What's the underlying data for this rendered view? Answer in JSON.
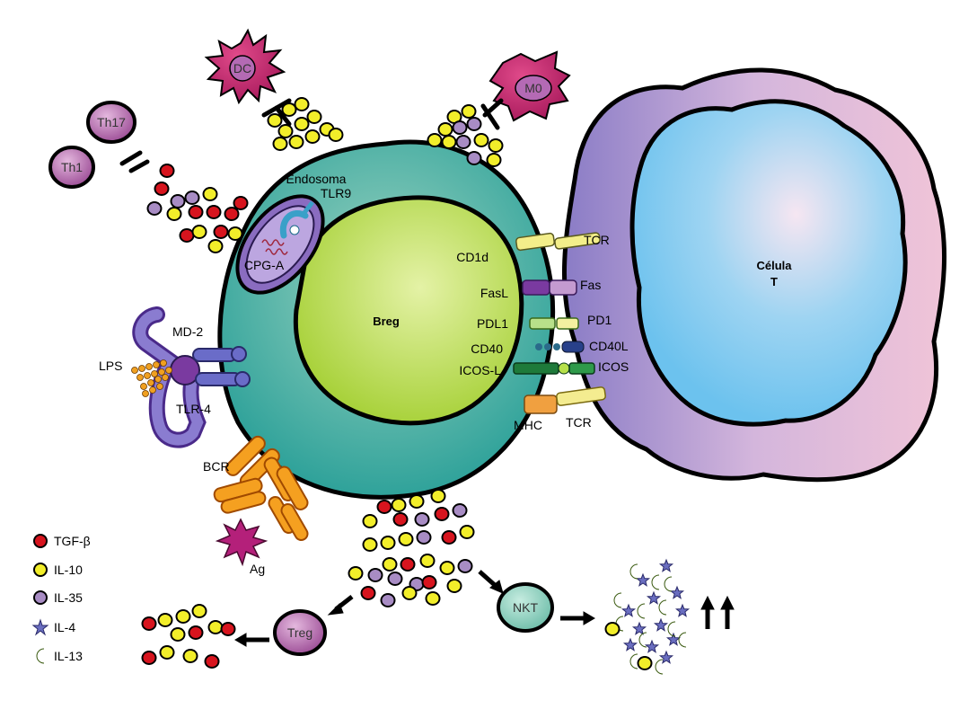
{
  "labels": {
    "dc": "DC",
    "m0": "M0",
    "th17": "Th17",
    "th1": "Th1",
    "endosoma": "Endosoma",
    "tlr9": "TLR9",
    "cpg": "CPG-A",
    "breg": "Breg",
    "md2": "MD-2",
    "lps": "LPS",
    "tlr4": "TLR-4",
    "bcr": "BCR",
    "ag": "Ag",
    "celula": "Célula",
    "t": "T",
    "treg": "Treg",
    "nkt": "NKT"
  },
  "receptors": {
    "left": [
      "CD1d",
      "FasL",
      "PDL1",
      "CD40",
      "ICOS-L",
      "MHC"
    ],
    "right": [
      "TCR",
      "Fas",
      "PD1",
      "CD40L",
      "ICOS",
      "TCR"
    ]
  },
  "legend": [
    {
      "label": "TGF-β",
      "shape": "dot",
      "color": "#d7141e"
    },
    {
      "label": "IL-10",
      "shape": "dot",
      "color": "#f2ee2a"
    },
    {
      "label": "IL-35",
      "shape": "dot",
      "color": "#a88cc4"
    },
    {
      "label": "IL-4",
      "shape": "star",
      "color": "#6a6ec0"
    },
    {
      "label": "IL-13",
      "shape": "moon",
      "color": "#9ec23a"
    }
  ],
  "colors": {
    "tgf": "#d7141e",
    "il10": "#f2ee2a",
    "il35": "#a88cc4",
    "il4": "#6a6ec0",
    "il13": "#9ec23a",
    "breg_outer": "#3daa9e",
    "breg_nucleus": "#b6d94a",
    "tcell_outer": "#b49ad0",
    "tcell_nucleus": "#7fc8f0",
    "purple_cells": "#b060a8",
    "magenta_cells": "#c4266e"
  }
}
